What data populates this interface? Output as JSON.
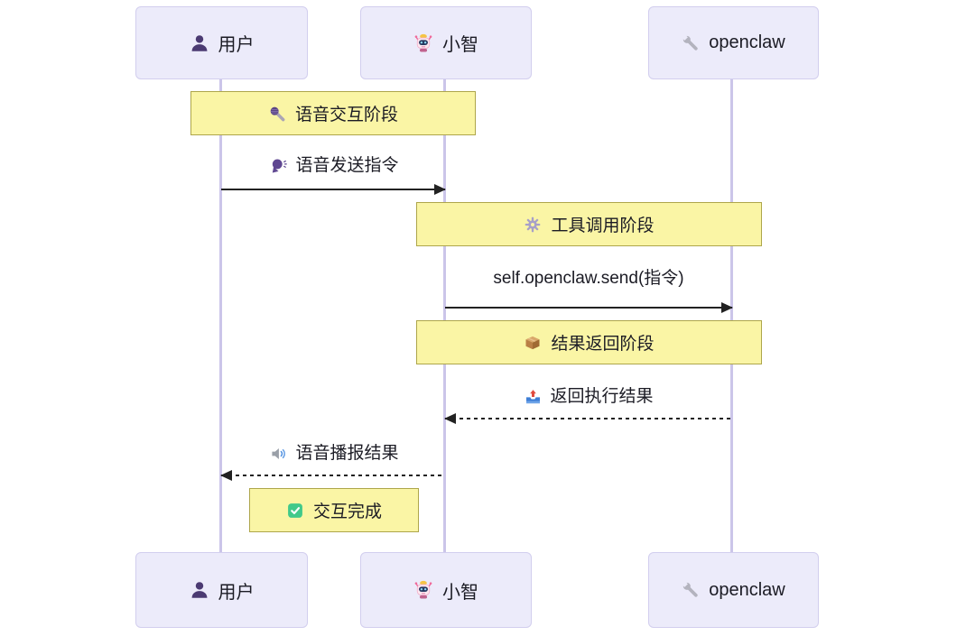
{
  "diagram": {
    "type": "sequence",
    "actors": [
      {
        "id": "user",
        "label": "用户",
        "icon": "person-icon"
      },
      {
        "id": "xiaozhi",
        "label": "小智",
        "icon": "robot-icon"
      },
      {
        "id": "openclaw",
        "label": "openclaw",
        "icon": "wrench-icon"
      }
    ],
    "notes": [
      {
        "label": "语音交互阶段",
        "icon": "microphone-icon",
        "over": [
          "用户",
          "小智"
        ]
      },
      {
        "label": "工具调用阶段",
        "icon": "gear-icon",
        "over": [
          "小智",
          "openclaw"
        ]
      },
      {
        "label": "结果返回阶段",
        "icon": "package-icon",
        "over": [
          "小智",
          "openclaw"
        ]
      },
      {
        "label": "交互完成",
        "icon": "check-icon",
        "over": [
          "用户",
          "小智"
        ]
      }
    ],
    "messages": [
      {
        "label": "语音发送指令",
        "icon": "speaking-head-icon",
        "from": "用户",
        "to": "小智",
        "style": "solid"
      },
      {
        "label": "self.openclaw.send(指令)",
        "icon": null,
        "from": "小智",
        "to": "openclaw",
        "style": "solid"
      },
      {
        "label": "返回执行结果",
        "icon": "outbox-icon",
        "from": "openclaw",
        "to": "小智",
        "style": "dashed"
      },
      {
        "label": "语音播报结果",
        "icon": "speaker-icon",
        "from": "小智",
        "to": "用户",
        "style": "dashed"
      }
    ],
    "colors": {
      "actor_fill": "#ECEBFA",
      "actor_border": "#D2CEEE",
      "lifeline": "#CBC5E9",
      "note_fill": "#FAF5A5",
      "note_border": "#AEA64B",
      "arrow": "#222222"
    }
  }
}
